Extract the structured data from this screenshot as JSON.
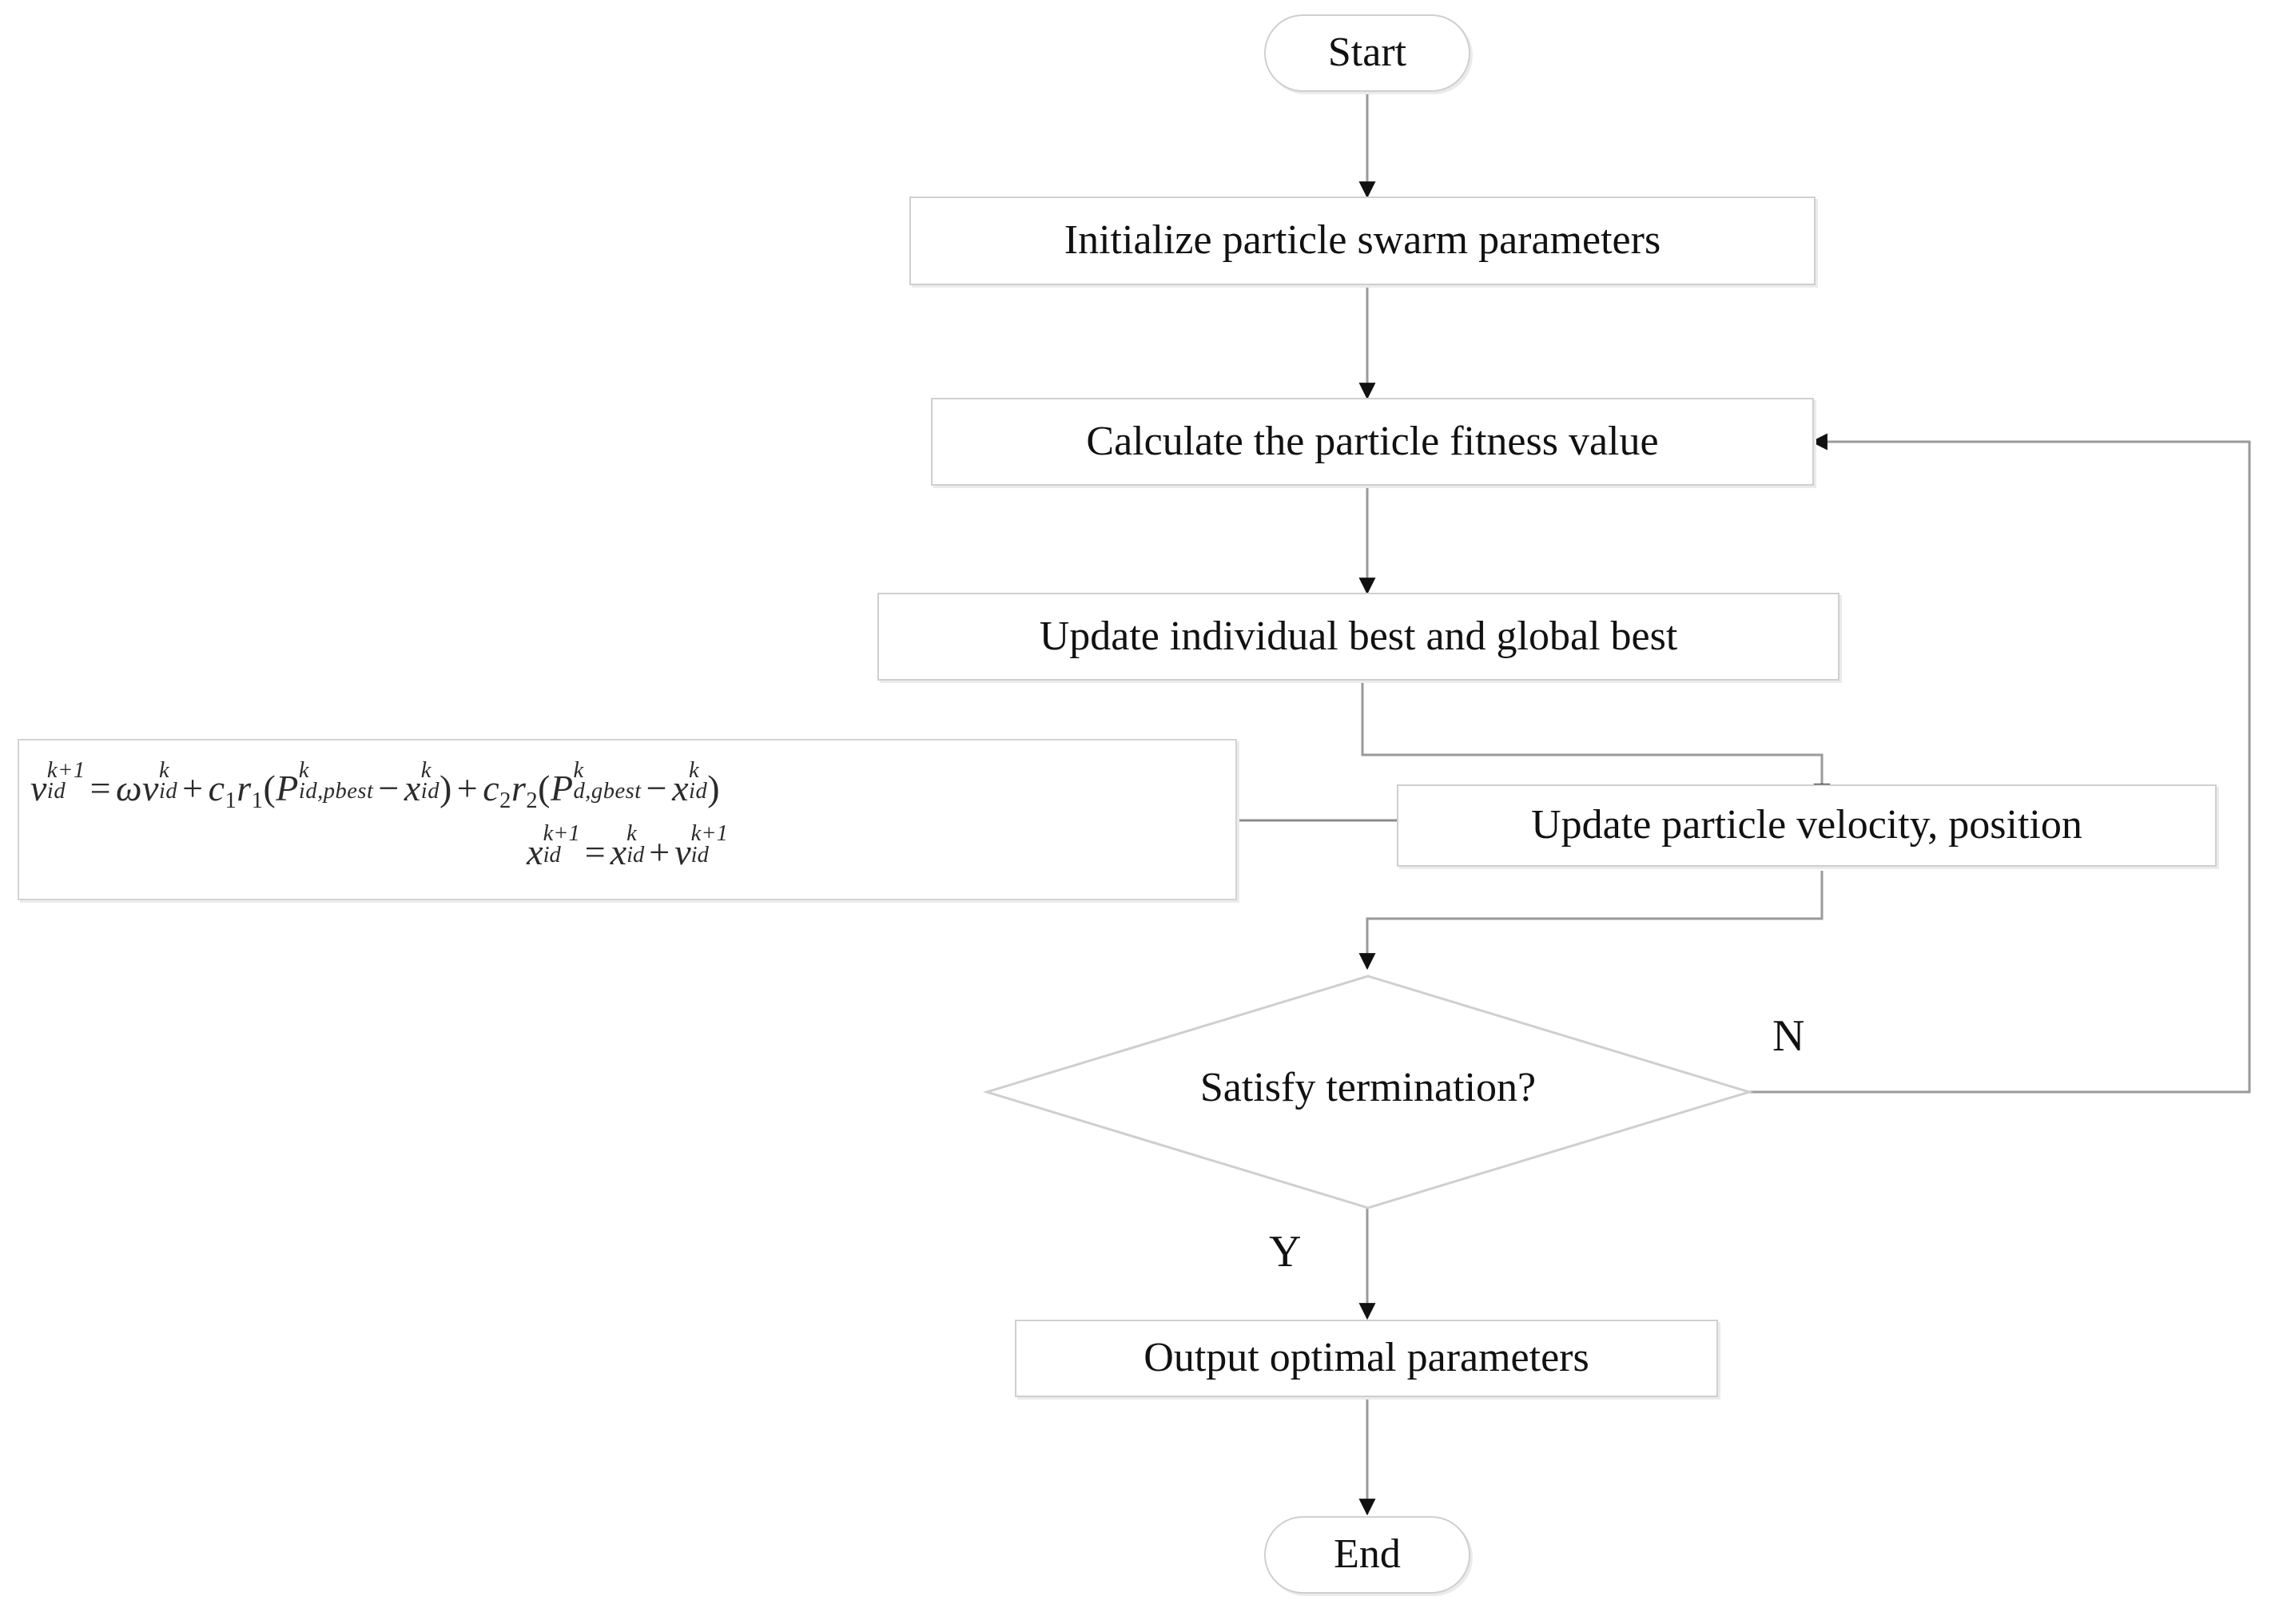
{
  "diagram": {
    "title": "Particle Swarm Optimization flowchart",
    "line_color": "#9a9a9a",
    "node_border_color": "#cfcfcf",
    "shadow_color": "#ebebeb",
    "text_color": "#111111",
    "background": "#ffffff"
  },
  "nodes": {
    "start": {
      "label": "Start",
      "shape": "terminal"
    },
    "initialize": {
      "label": "Initialize particle swarm parameters",
      "shape": "process"
    },
    "calculate": {
      "label": "Calculate the particle fitness value",
      "shape": "process"
    },
    "update_best": {
      "label": "Update individual best and global best",
      "shape": "process"
    },
    "update_velocity": {
      "label": "Update particle velocity, position",
      "shape": "process"
    },
    "decision": {
      "label": "Satisfy termination?",
      "shape": "diamond"
    },
    "output": {
      "label": "Output optimal parameters",
      "shape": "process"
    },
    "end": {
      "label": "End",
      "shape": "terminal"
    }
  },
  "formula": {
    "line1": {
      "lhs_var": "v",
      "lhs_sub": "id",
      "lhs_sup": "k+1",
      "eq": "=",
      "omega": "ω",
      "v2_var": "v",
      "v2_sub": "id",
      "v2_sup": "k",
      "plus1": "+",
      "c1": "c",
      "c1_sub": "1",
      "r1": "r",
      "r1_sub": "1",
      "open1": "(",
      "P1": "P",
      "P1_sup": "k",
      "P1_sub": "id,pbest",
      "minus1": "−",
      "x1": "x",
      "x1_sub": "id",
      "x1_sup": "k",
      "close1": ")",
      "plus2": "+",
      "c2": "c",
      "c2_sub": "2",
      "r2": "r",
      "r2_sub": "2",
      "open2": "(",
      "P2": "P",
      "P2_sup": "k",
      "P2_sub": "d,gbest",
      "minus2": "−",
      "x2": "x",
      "x2_sub": "id",
      "x2_sup": "k",
      "close2": ")"
    },
    "line2": {
      "lhs_var": "x",
      "lhs_sub": "id",
      "lhs_sup": "k+1",
      "eq": "=",
      "rhs1_var": "x",
      "rhs1_sub": "id",
      "rhs1_sup": "k",
      "plus": "+",
      "rhs2_var": "v",
      "rhs2_sub": "id",
      "rhs2_sup": "k+1"
    },
    "plain_text_line1": "v_id^{k+1} = ω v_id^{k} + c₁r₁(P_{id,pbest}^{k} − x_id^{k}) + c₂r₂(P_{d,gbest}^{k} − x_id^{k})",
    "plain_text_line2": "x_id^{k+1} = x_id^{k} + v_id^{k+1}"
  },
  "edge_labels": {
    "no": "N",
    "yes": "Y"
  },
  "flow": [
    {
      "from": "start",
      "to": "initialize",
      "label": ""
    },
    {
      "from": "initialize",
      "to": "calculate",
      "label": ""
    },
    {
      "from": "calculate",
      "to": "update_best",
      "label": ""
    },
    {
      "from": "update_best",
      "to": "update_velocity",
      "label": ""
    },
    {
      "from": "formula",
      "to": "update_velocity",
      "label": ""
    },
    {
      "from": "update_velocity",
      "to": "decision",
      "label": ""
    },
    {
      "from": "decision",
      "to": "calculate",
      "label": "N"
    },
    {
      "from": "decision",
      "to": "output",
      "label": "Y"
    },
    {
      "from": "output",
      "to": "end",
      "label": ""
    }
  ]
}
